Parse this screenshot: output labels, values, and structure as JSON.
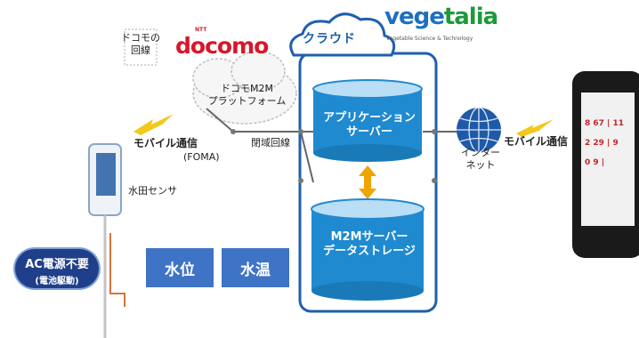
{
  "logos": {
    "docomo": {
      "ntt": "NTT",
      "name": "docomo"
    },
    "vegetalia": {
      "prefix": "vege",
      "suffix": "talia",
      "tagline": "Vegetable Science & Technology"
    }
  },
  "cloud": {
    "label": "クラウド"
  },
  "docomo_line": {
    "line1": "ドコモの",
    "line2": "回線"
  },
  "platform": {
    "line1": "ドコモM2M",
    "line2": "プラットフォーム"
  },
  "mobile_comm_left": {
    "line1": "モバイル通信",
    "line2": "(FOMA)"
  },
  "closed_line": "閉域回線",
  "sensor": {
    "label": "水田センサ"
  },
  "app_server": {
    "line1": "アプリケーション",
    "line2": "サーバー"
  },
  "m2m_storage": {
    "line1": "M2Mサーバー",
    "line2": "データストレージ"
  },
  "internet": {
    "line1": "インター",
    "line2": "ネット"
  },
  "mobile_comm_right": "モバイル通信",
  "power": {
    "line1": "AC電源不要",
    "line2": "(電池駆動)"
  },
  "measures": {
    "water_level": "水位",
    "water_temp": "水温"
  },
  "phone_screen": {
    "row1": "8 67 | 11",
    "row2": "2 29 | 9",
    "row3": "0 9 | "
  },
  "colors": {
    "primary_blue": "#1e5fb0",
    "cylinder_blue": "#1f8ad0",
    "docomo_red": "#d7172a",
    "bolt_yellow": "#f2c81a",
    "arrow_orange": "#f0a400",
    "box_blue": "#3f73c6"
  }
}
